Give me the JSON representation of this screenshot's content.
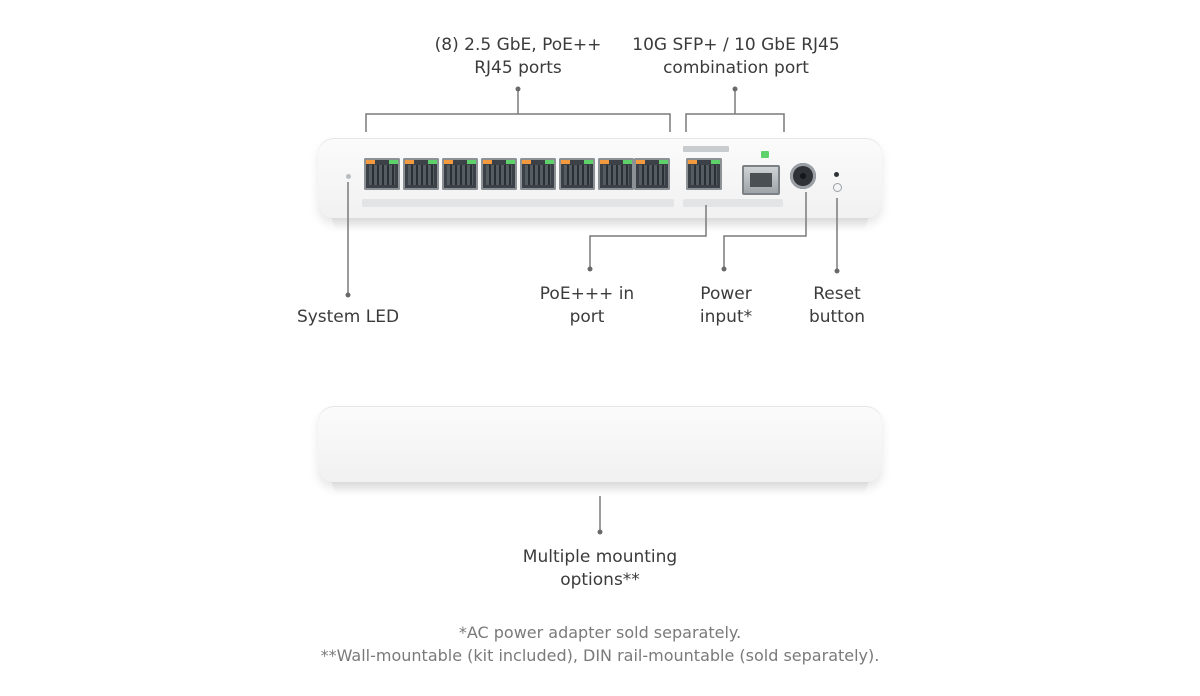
{
  "callouts": {
    "rj45_ports": {
      "line1": "(8) 2.5 GbE, PoE++",
      "line2": "RJ45 ports"
    },
    "combo_port": {
      "line1": "10G SFP+ / 10 GbE RJ45",
      "line2": "combination port"
    },
    "system_led": {
      "line1": "System LED"
    },
    "poe_in": {
      "line1": "PoE+++ in",
      "line2": "port"
    },
    "power_input": {
      "line1": "Power",
      "line2": "input*"
    },
    "reset_button": {
      "line1": "Reset",
      "line2": "button"
    },
    "mounting": {
      "line1": "Multiple mounting",
      "line2": "options**"
    }
  },
  "footnotes": {
    "line1": "*AC power adapter sold separately.",
    "line2": "**Wall-mountable (kit included), DIN rail-mountable (sold separately)."
  },
  "colors": {
    "led_orange": "#f29a3d",
    "led_green": "#5fd16a",
    "leader_line": "#7a7a7a"
  }
}
